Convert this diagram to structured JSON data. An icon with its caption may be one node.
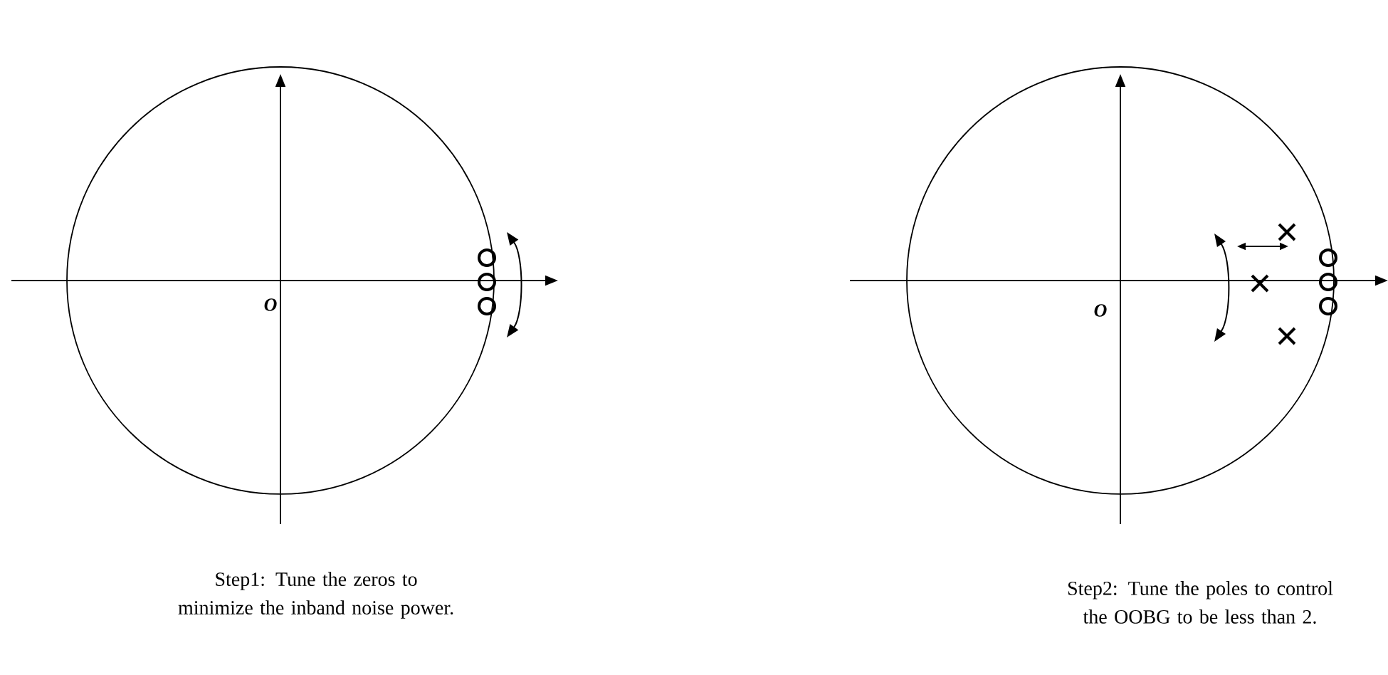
{
  "diagram": {
    "labels": [
      "O",
      "Step1: Tune the zeros to minimize the inband noise power.",
      "O",
      "Step2: Tune the poles to control the OOBG to be less than 2."
    ]
  }
}
